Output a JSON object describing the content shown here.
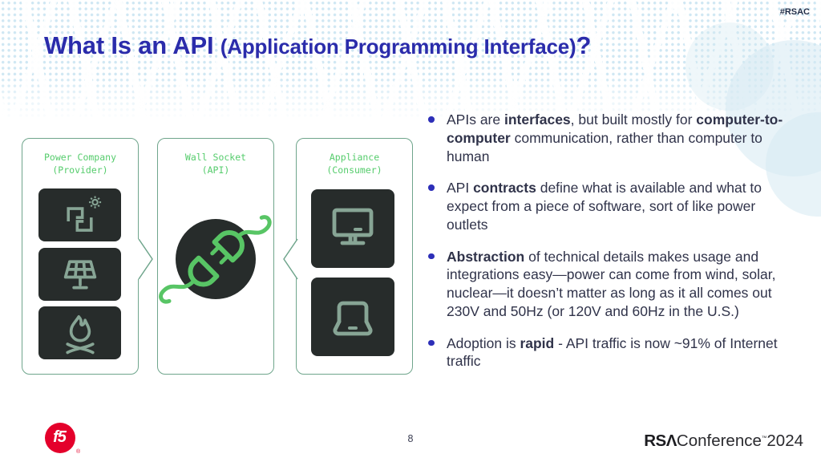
{
  "slide": {
    "hashtag": "#RSAC",
    "page_number": "8",
    "title": {
      "main": "What Is an API ",
      "paren": "(Application Programming Interface)",
      "end": "?"
    }
  },
  "diagram": {
    "boxes": [
      {
        "label_line1": "Power Company",
        "label_line2": "(Provider)",
        "icons": [
          "wind-sun-energy-icon",
          "solar-panel-icon",
          "campfire-icon"
        ]
      },
      {
        "label_line1": "Wall Socket",
        "label_line2": "(API)",
        "icons": [
          "plug-connection-icon"
        ]
      },
      {
        "label_line1": "Appliance",
        "label_line2": "(Consumer)",
        "icons": [
          "desktop-monitor-icon",
          "laptop-icon"
        ]
      }
    ]
  },
  "bullets": [
    {
      "parts": [
        {
          "text": "APIs are ",
          "bold": false
        },
        {
          "text": "interfaces",
          "bold": true
        },
        {
          "text": ", but built mostly for ",
          "bold": false
        },
        {
          "text": "computer-to-computer",
          "bold": true
        },
        {
          "text": " communication, rather than computer to human",
          "bold": false
        }
      ]
    },
    {
      "parts": [
        {
          "text": "API ",
          "bold": false
        },
        {
          "text": "contracts",
          "bold": true
        },
        {
          "text": " define what is available and what to expect from a piece of software, sort of like power outlets",
          "bold": false
        }
      ]
    },
    {
      "parts": [
        {
          "text": "Abstraction",
          "bold": true
        },
        {
          "text": " of technical details makes usage and integrations easy—power can come from wind, solar, nuclear—it doesn’t matter as long as it all comes out 230V and 50Hz (or 120V and 60Hz in the U.S.)",
          "bold": false
        }
      ]
    },
    {
      "parts": [
        {
          "text": "Adoption is ",
          "bold": false
        },
        {
          "text": "rapid",
          "bold": true
        },
        {
          "text": " - API traffic is now ~91% of Internet traffic",
          "bold": false
        }
      ]
    }
  ],
  "footer": {
    "f5_logo_text": "f5",
    "registered_mark": "®",
    "rsa_logo": {
      "bold": "RSΛ",
      "regular": "Conference",
      "trademark": "™",
      "year": "2024"
    }
  },
  "colors": {
    "title_blue": "#2b2cab",
    "bullet_dot_blue": "#2d2fb8",
    "body_text": "#30334a",
    "frame_border_green": "#6fa58c",
    "label_green": "#55cc6c",
    "plug_green": "#58c565",
    "icon_sage": "#87a595",
    "tile_dark": "#272c2b",
    "f5_red": "#e4002b",
    "dot_pattern_blue": "#cfe7f3"
  }
}
